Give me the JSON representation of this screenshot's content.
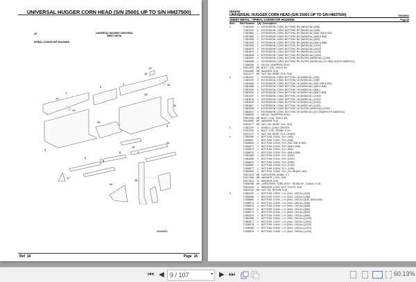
{
  "left_page": {
    "title": "UNIVERSAL HUGGER CORN HEAD (S/N 25001 UP TO S/N HM27500)",
    "ref_number": "16",
    "header_line1": "UNIVERSAL HUGGER CORN HEAD",
    "header_line2": "SHEET METAL",
    "section": "SPIRAL CONVEYOR HOUSING",
    "figure_code": "GCH0012",
    "footer_ref_label": "Ref",
    "footer_ref_value": "16",
    "footer_page_label": "Page",
    "footer_page_value": "16",
    "callouts": [
      "1",
      "2",
      "3",
      "4",
      "5",
      "6",
      "7",
      "8",
      "9",
      "10",
      "11",
      "12",
      "13",
      "14",
      "14",
      "15",
      "16",
      "17",
      "18",
      "19",
      "19",
      "20"
    ]
  },
  "right_page": {
    "brand": "Gleaner",
    "title": "UNIVERSAL HUGGER CORN HEAD (S/N 25001 UP TO S/N HM27500)",
    "doc_number": "79018002",
    "subtitle": "SHEET METAL - SPIRAL CONVEYOR HOUSING",
    "page_label": "Page16",
    "columns": {
      "item": "Item",
      "part": "Part Number",
      "qty": "Qty",
      "desc": "Description"
    },
    "rows": [
      {
        "item": "1",
        "part": "71382428",
        "qty": "1",
        "desc": "EXTENSION, CONV. BOTTOM, RH (W/DECAL) (430)"
      },
      {
        "item": "",
        "part": "71382220",
        "qty": "1",
        "desc": "EXTENSION, CONV. BOTTOM, RH (W/DECAL) (438)"
      },
      {
        "item": "",
        "part": "71381584",
        "qty": "1",
        "desc": "EXTENSION, CONV. BOTTOM, RH (W/DECAL) (530, 538 & 630)"
      },
      {
        "item": "",
        "part": "71381585",
        "qty": "1",
        "desc": "EXTENSION, CONV. BOTTOM, RH (W/DECAL) (636 & 638)"
      },
      {
        "item": "",
        "part": "71381538",
        "qty": "1",
        "desc": "EXTENSION, CONV. BOTTOM, RH (W/DECAL) (830)"
      },
      {
        "item": "",
        "part": "71382325",
        "qty": "1",
        "desc": "EXTENSION, CONV. BOTTOM, RH (W/DECAL) (836 & 838)"
      },
      {
        "item": "",
        "part": "71382496",
        "qty": "1",
        "desc": "EXTENSION, CONV. BOTTOM, RH (W/DECAL) (1020)"
      },
      {
        "item": "",
        "part": "71383578",
        "qty": "1",
        "desc": "EXTENSION, CONV. BOTTOM, RH (W/DECAL) (1022)"
      },
      {
        "item": "",
        "part": "71383529",
        "qty": "1",
        "desc": "EXTENSION, CONV. BOTTOM, RH (W/DECAL) (1220)"
      },
      {
        "item": "",
        "part": "71383608",
        "qty": "1",
        "desc": "EXTENSION, CONV. BOTTOM, RH (W/DECAL) (1222)"
      },
      {
        "item": "",
        "part": "71383094",
        "qty": "1",
        "desc": "EXTENSION, CONV. BOTTOM, RH OUTER (W/DECAL) (1230)"
      },
      {
        "item": "",
        "part": "71384638",
        "qty": "1",
        "desc": "EXTENSION, CONV. BOTTOM, RH OUTER (W/DECAL) (10-780)( SOUTH AMERICA)"
      },
      {
        "item": "",
        "part": "71358365",
        "qty": "1",
        "desc": "DECAL, SNAPPING ROLL"
      },
      {
        "item": "",
        "part": "70631333",
        "qty": "AR",
        "desc": "BOLT, CGE., 5/16 X 3/4"
      },
      {
        "item": "",
        "part": "70616085",
        "qty": "AR",
        "desc": "WASHER, 5/16"
      },
      {
        "item": "",
        "part": "70631277",
        "qty": "AR",
        "desc": "NUT, SM. SERR. FLG., 5/16"
      },
      {
        "item": "2",
        "part": "71382427",
        "qty": "1",
        "desc": "EXTENSION, CONV. BOTTOM, LH (W/DECAL) (430)"
      },
      {
        "item": "",
        "part": "71382221",
        "qty": "1",
        "desc": "EXTENSION, CONV. BOTTOM, LH (W/DECAL) (438)"
      },
      {
        "item": "",
        "part": "71381565",
        "qty": "1",
        "desc": "EXTENSION, CONV. BOTTOM, LH (W/DECAL) (530, 538 & 630)"
      },
      {
        "item": "",
        "part": "71381586",
        "qty": "1",
        "desc": "EXTENSION, CONV. BOTTOM, LH (W/DECAL) (636 & 638)"
      },
      {
        "item": "",
        "part": "71381539",
        "qty": "1",
        "desc": "EXTENSION, CONV. BOTTOM, LH (W/DECAL) (830)"
      },
      {
        "item": "",
        "part": "71382326",
        "qty": "1",
        "desc": "EXTENSION, CONV. BOTTOM, LH (W/DECAL) (836 & 838)"
      },
      {
        "item": "",
        "part": "71382497",
        "qty": "1",
        "desc": "EXTENSION, CONV. BOTTOM, LH (W/DECAL) (1020)"
      },
      {
        "item": "",
        "part": "71383579",
        "qty": "1",
        "desc": "EXTENSION, CONV. BOTTOM, LH (W/DECAL) (1022)"
      },
      {
        "item": "",
        "part": "71383530",
        "qty": "1",
        "desc": "EXTENSION, CONV. BOTTOM, LH (W/DECAL) (1220)"
      },
      {
        "item": "",
        "part": "71383607",
        "qty": "1",
        "desc": "EXTENSION, CONV. BOTTOM, LH (W/DECAL) (1222)"
      },
      {
        "item": "",
        "part": "71383095",
        "qty": "1",
        "desc": "EXTENSION, CONV. BOTTOM, LH OUTER (W/DECAL) (1230)"
      },
      {
        "item": "",
        "part": "71384637",
        "qty": "1",
        "desc": "EXTENSION, CONV. BOTTOM, LH (W/DECAL) (10-780)(SOUTH AMERICA)"
      },
      {
        "item": "",
        "part": "71358365",
        "qty": "1",
        "desc": "DECAL, SNAPPING ROLL"
      },
      {
        "item": "",
        "part": "70631333",
        "qty": "AR",
        "desc": "BOLT, CGE., 5/16 X 3/4"
      },
      {
        "item": "",
        "part": "70616085",
        "qty": "AR",
        "desc": "WASHER, 5/16"
      },
      {
        "item": "",
        "part": "70631277",
        "qty": "AR",
        "desc": "NUT, SM. SERR. FLG., 5/16"
      },
      {
        "item": "3",
        "part": "71381229",
        "qty": "1",
        "desc": "SHIELD, CONV. CENTER"
      },
      {
        "item": "",
        "part": "70631333",
        "qty": "4",
        "desc": "BOLT, CGE., 5/16NC X 3/4"
      },
      {
        "item": "",
        "part": "70631277",
        "qty": "4",
        "desc": "NUT, SM. SERR. FLG., 5/16NC"
      },
      {
        "item": "4",
        "part": "71382398",
        "qty": "1",
        "desc": "BOTTOM, CONV., R.H. (430)"
      },
      {
        "item": "",
        "part": "71398567",
        "qty": "1",
        "desc": "BOTTOM, CONV., R.H. (438)"
      },
      {
        "item": "",
        "part": "71398569",
        "qty": "1",
        "desc": "BOTTOM, CONV., R.H. (530, 538, & 630)"
      },
      {
        "item": "",
        "part": "71398571",
        "qty": "1",
        "desc": "BOTTOM, CONV., R.H. (636 & 638)"
      },
      {
        "item": "",
        "part": "71398573",
        "qty": "1",
        "desc": "BOTTOM, CONV., R.H. (830)"
      },
      {
        "item": "",
        "part": "71398575",
        "qty": "1",
        "desc": "BOTTOM, CONV., R.H. (836 & 838)"
      },
      {
        "item": "",
        "part": "71382488",
        "qty": "1",
        "desc": "BOTTOM, CONV., R.H. (1020)"
      },
      {
        "item": "",
        "part": "71383556",
        "qty": "1",
        "desc": "BOTTOM, CONV., R.H. (1022)"
      },
      {
        "item": "",
        "part": "71398579",
        "qty": "1",
        "desc": "BOTTOM, CONV., R.H. (1220)"
      },
      {
        "item": "",
        "part": "71398581",
        "qty": "1",
        "desc": "BOTTOM, CONV., R.H. (1222)"
      },
      {
        "item": "",
        "part": "71398577",
        "qty": "1",
        "desc": "BOTTOM, CONV., R.H. (1230)"
      },
      {
        "item": "",
        "part": "71384632",
        "qty": "1",
        "desc": "BOTTOM, CONV., R.H. (10-780)(SO. AM.)"
      },
      {
        "item": "",
        "part": "70621333",
        "qty": "AR",
        "desc": "CAPSCREW, 5/16NC X 1"
      },
      {
        "item": "",
        "part": "70617356",
        "qty": "AR",
        "desc": "WASHER, LOCK, 5/16"
      },
      {
        "item": "",
        "part": "70617642",
        "qty": "11",
        "desc": "WASHER, 5/16"
      },
      {
        "item": "",
        "part": "70636498",
        "qty": "AR",
        "desc": "CAPSCREW, TORX-SCKT. TRUSS HD., 5/16NC X 3/4"
      },
      {
        "item": "",
        "part": "70629426",
        "qty": "3",
        "desc": "WASHER, LOCK, EXT. TOOTH, 5/16"
      },
      {
        "item": "",
        "part": "70623702",
        "qty": "AR",
        "desc": "NUT, SQ. RETAIN, 5/16"
      },
      {
        "item": "5",
        "part": "71382429",
        "qty": "1",
        "desc": "BOTTOM, CONV., L.H. (INCL. DECAL) (430)"
      },
      {
        "item": "",
        "part": "71398568",
        "qty": "1",
        "desc": "BOTTOM, CONV., L.H. (INCL. DECAL) (438)"
      },
      {
        "item": "",
        "part": "71398566",
        "qty": "1",
        "desc": "BOTTOM, CONV., L.H. (INCL. DECAL) (530, 538 & 630)"
      },
      {
        "item": "",
        "part": "71398570",
        "qty": "1",
        "desc": "BOTTOM, CONV., L.H. (INCL. DECAL) (636)"
      },
      {
        "item": "",
        "part": "71398576",
        "qty": "1",
        "desc": "BOTTOM, CONV., L.H. (INCL. DECAL) (638)"
      },
      {
        "item": "",
        "part": "71398572",
        "qty": "1",
        "desc": "BOTTOM, CONV., L.H. (INCL. DECAL) (830)"
      },
      {
        "item": "",
        "part": "71398574",
        "qty": "1",
        "desc": "BOTTOM, CONV., L.H. (INCL. DECAL) (836)"
      },
      {
        "item": "",
        "part": "71382324",
        "qty": "1",
        "desc": "BOTTOM, CONV., L.H. (INCL. DECAL) (838)"
      },
      {
        "item": "",
        "part": "71382495",
        "qty": "1",
        "desc": "BOTTOM, CONV., L.H. (INCL. DECAL) (1020)"
      },
      {
        "item": "",
        "part": "71383577",
        "qty": "1",
        "desc": "BOTTOM, CONV., L.H. (INCL. DECAL) (1022)"
      },
      {
        "item": "",
        "part": "71398578",
        "qty": "1",
        "desc": "BOTTOM, CONV., L.H. (INCL. DECAL) (1220)"
      },
      {
        "item": "",
        "part": "71398580",
        "qty": "1",
        "desc": "BOTTOM, CONV., L.H. (INCL. DECAL) (1222)"
      },
      {
        "item": "",
        "part": "71398576",
        "qty": "1",
        "desc": "BOTTOM, CONV., L.H. (INCL. DECAL) (1230)"
      }
    ]
  },
  "toolbar": {
    "first_page_icon": "first-page-icon",
    "prev_page_icon": "prev-page-icon",
    "page_value": "9 / 107",
    "next_page_icon": "next-page-icon",
    "last_page_icon": "last-page-icon",
    "zoom_level": "60.13%",
    "glyphs": {
      "first": "⏮",
      "prev": "◀",
      "dropdown": "▾",
      "next": "▶",
      "last": "⏭"
    }
  }
}
